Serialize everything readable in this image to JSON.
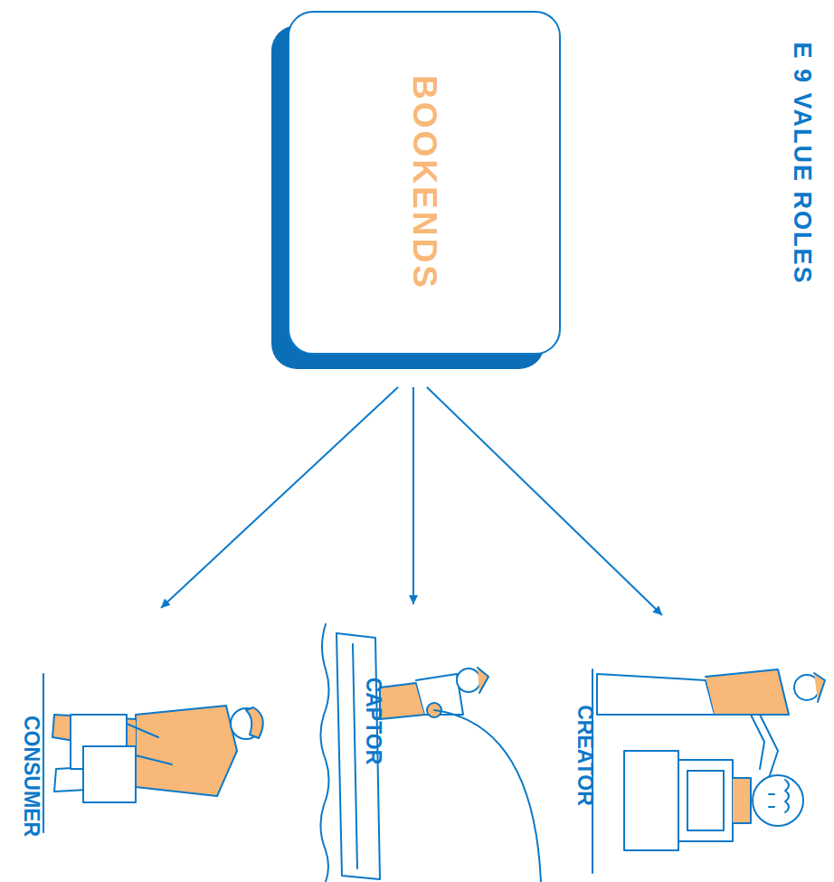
{
  "diagram": {
    "title": "E 9 VALUE ROLES",
    "nodes": [
      {
        "text": [
          "BOOKENDS"
        ]
      },
      {
        "text": [
          "CONSUMER"
        ]
      },
      {
        "text": [
          "CAPTOR"
        ]
      },
      {
        "text": [
          "CREATOR"
        ]
      }
    ],
    "edges": [
      {
        "from": 0,
        "to": 1,
        "arrow": "to"
      },
      {
        "from": 0,
        "to": 2,
        "arrow": "to"
      },
      {
        "from": 0,
        "to": 3,
        "arrow": "to"
      }
    ]
  }
}
